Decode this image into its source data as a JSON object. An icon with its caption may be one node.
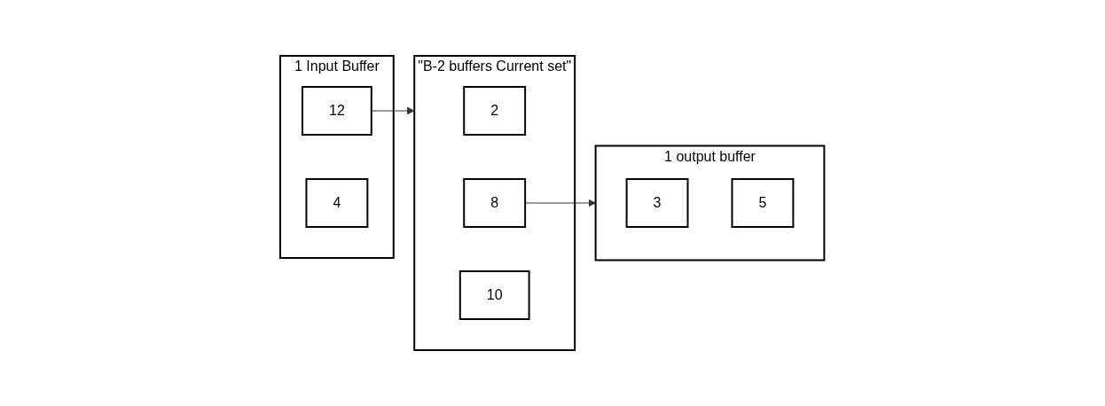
{
  "diagram": {
    "nodes": [
      {
        "text": [
          "1 Input Buffer"
        ]
      },
      {
        "text": [
          "12"
        ],
        "in": 0
      },
      {
        "text": [
          "4"
        ],
        "in": 0
      },
      {
        "text": [
          "\"B-2 buffers Current set\""
        ]
      },
      {
        "text": [
          "2"
        ],
        "in": 3
      },
      {
        "text": [
          "8"
        ],
        "in": 3
      },
      {
        "text": [
          "10"
        ],
        "in": 3
      },
      {
        "text": [
          "1 output buffer"
        ]
      },
      {
        "text": [
          "3"
        ],
        "in": 7
      },
      {
        "text": [
          "5"
        ],
        "in": 7
      }
    ],
    "edges": [
      {
        "from": 1,
        "to": 3,
        "arrow": "to"
      },
      {
        "from": 5,
        "to": 7,
        "arrow": "to"
      }
    ]
  }
}
